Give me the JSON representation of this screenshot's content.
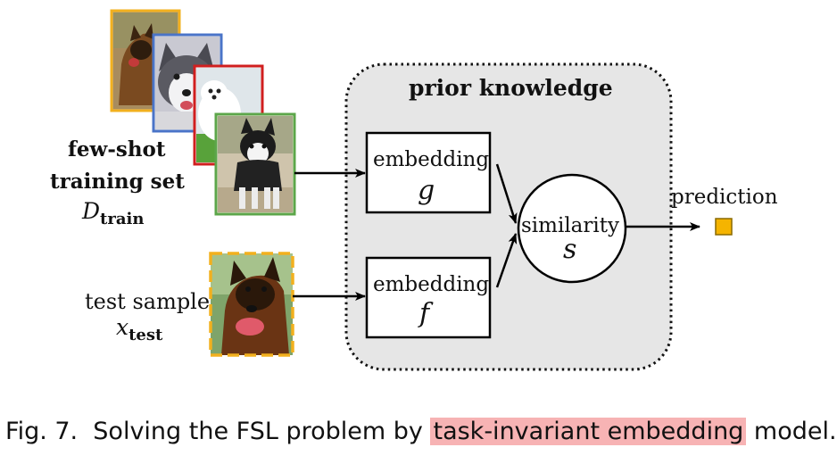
{
  "diagram": {
    "prior_knowledge": "prior knowledge",
    "training_set": {
      "line1": "few-shot",
      "line2": "training set",
      "symbol": "D",
      "symbol_sub": "train"
    },
    "test_sample": {
      "line1": "test sample",
      "symbol": "x",
      "symbol_sub": "test"
    },
    "embedding_g": {
      "label": "embedding",
      "symbol": "g"
    },
    "embedding_f": {
      "label": "embedding",
      "symbol": "f"
    },
    "similarity": {
      "label": "similarity",
      "symbol": "s"
    },
    "prediction": "prediction"
  },
  "caption": {
    "prefix": "Fig. 7.  Solving the FSL problem by ",
    "highlight": "task-invariant embedding",
    "suffix": " model."
  },
  "colors": {
    "frame_yellow": "#f2b01e",
    "frame_blue": "#4a74c8",
    "frame_red": "#d01f1f",
    "frame_green": "#5ca64a",
    "panel_bg": "#e6e6e6",
    "prediction_square": "#f5b400",
    "caption_highlight": "#f7b3b4"
  }
}
